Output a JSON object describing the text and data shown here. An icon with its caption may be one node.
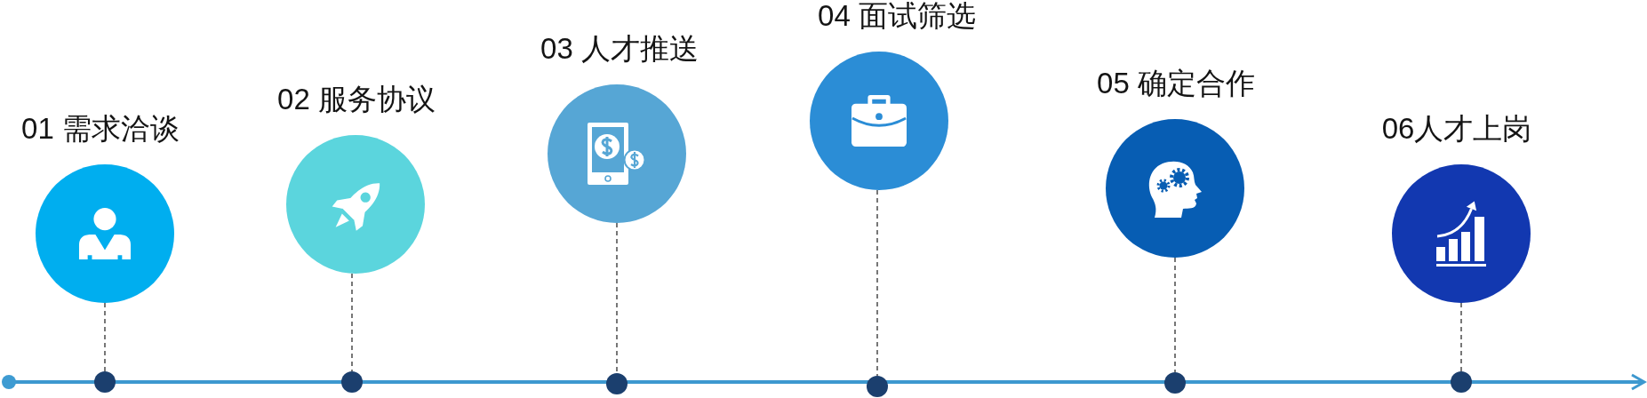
{
  "diagram": {
    "nodes": [
      {
        "text": [
          "01 需求洽谈"
        ]
      },
      {
        "text": [
          "02 服务协议"
        ]
      },
      {
        "text": [
          "03 人才推送"
        ]
      },
      {
        "text": [
          "04 面试筛选"
        ]
      },
      {
        "text": [
          "05 确定合作"
        ]
      },
      {
        "text": [
          "06人才上岗"
        ]
      },
      {
        "text": [],
        "shape": "circle"
      },
      {
        "text": [],
        "shape": "circle"
      },
      {
        "text": [],
        "shape": "circle"
      },
      {
        "text": [],
        "shape": "circle"
      },
      {
        "text": [],
        "shape": "circle"
      },
      {
        "text": [],
        "shape": "circle"
      }
    ],
    "edges": [
      {
        "from": 0,
        "to": 6,
        "arrow": "none",
        "style": "dashed"
      },
      {
        "from": 1,
        "to": 7,
        "arrow": "none",
        "style": "dashed"
      },
      {
        "from": 2,
        "to": 8,
        "arrow": "none",
        "style": "dashed"
      },
      {
        "from": 3,
        "to": 9,
        "arrow": "none",
        "style": "dashed"
      },
      {
        "from": 4,
        "to": 10,
        "arrow": "none",
        "style": "dashed"
      },
      {
        "from": 5,
        "to": 11,
        "arrow": "none",
        "style": "dashed"
      }
    ]
  }
}
